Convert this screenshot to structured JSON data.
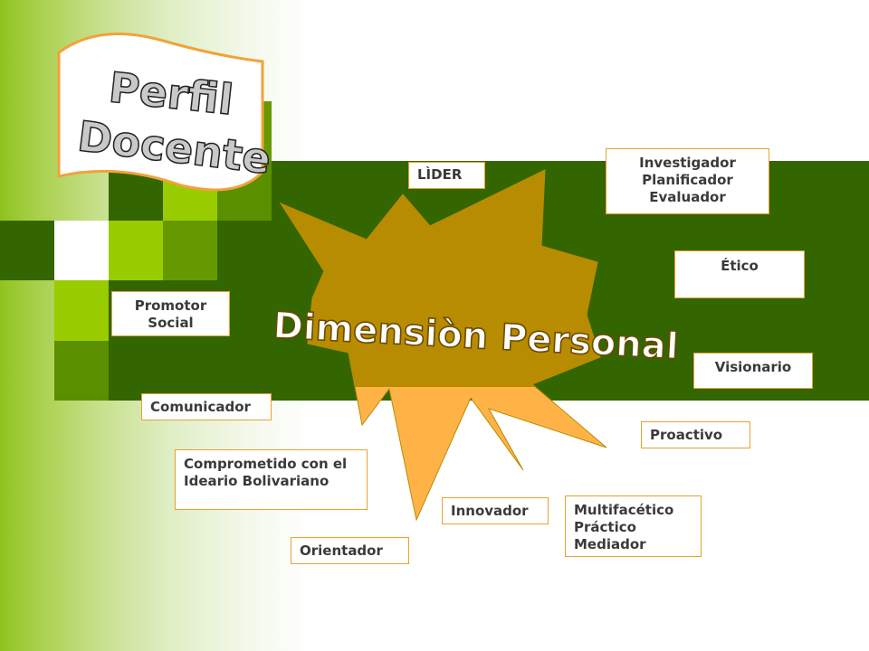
{
  "banner": {
    "line1": "Perfil",
    "line2": "Docente"
  },
  "center_title": "Dimensiòn Personal",
  "items": {
    "lider": "LÌDER",
    "investigador": [
      "Investigador",
      "Planificador",
      "Evaluador"
    ],
    "etico": "Ético",
    "promotor": [
      "Promotor",
      "Social"
    ],
    "visionario": "Visionario",
    "comunicador": "Comunicador",
    "proactivo": "Proactivo",
    "comprometido": [
      "Comprometido con el",
      "Ideario Bolivariano"
    ],
    "innovador": "Innovador",
    "multifacetico": [
      "Multifacético",
      "Práctico",
      "Mediador"
    ],
    "orientador": "Orientador"
  },
  "colors": {
    "dark_green": "#336600",
    "lime": "#99cc00",
    "mid_green": "#669900",
    "star_fill": "#ffb347",
    "star_top": "#b88c00",
    "box_border": "#e8a030",
    "banner_text": "#c9c9c9"
  }
}
